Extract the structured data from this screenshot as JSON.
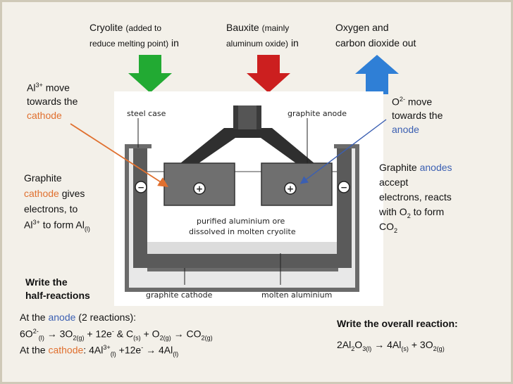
{
  "top": {
    "cryolite_name": "Cryolite",
    "cryolite_note1": "(added to",
    "cryolite_note2": "reduce melting point)",
    "cryolite_in": "in",
    "bauxite_name": "Bauxite",
    "bauxite_note1": "(mainly",
    "bauxite_note2": "aluminum oxide)",
    "bauxite_in": "in",
    "gas_line1": "Oxygen and",
    "gas_line2": "carbon dioxide out"
  },
  "arrows": {
    "cryolite_color": "#22aa33",
    "bauxite_color": "#cc1f1f",
    "gas_color": "#2f7fd6",
    "cathode_pointer_color": "#e0702f",
    "anode_pointer_color": "#3b5fb2"
  },
  "diagram_labels": {
    "steel_case": "steel case",
    "graphite_anode": "graphite anode",
    "purified_line1": "purified aluminium ore",
    "purified_line2": "dissolved in molten cryolite",
    "graphite_cathode": "graphite cathode",
    "molten_aluminium": "molten aluminium",
    "plus": "+",
    "minus": "−"
  },
  "left_notes": {
    "al_move_ion": "Al",
    "al_move_charge": "3+",
    "al_move_rest": " move",
    "al_move_line2": "towards the",
    "al_move_line3": "cathode",
    "cathode_line1": "Graphite",
    "cathode_line2_hl": "cathode",
    "cathode_line2_rest": " gives",
    "cathode_line3": "electrons, to",
    "cathode_line4_ion": "Al",
    "cathode_line4_charge": "3+",
    "cathode_line4_mid": " to form Al",
    "cathode_line4_state": "(l)"
  },
  "right_notes": {
    "o_move_ion": "O",
    "o_move_charge": "2-",
    "o_move_rest": " move",
    "o_move_line2": "towards the",
    "o_move_line3": "anode",
    "anode_line1_a": "Graphite ",
    "anode_line1_hl": "anodes",
    "anode_line2": "accept",
    "anode_line3": "electrons, reacts",
    "anode_line4_a": "with O",
    "anode_line4_sub": "2",
    "anode_line4_b": " to form",
    "anode_line5_a": "CO",
    "anode_line5_sub": "2"
  },
  "half": {
    "heading1": "Write the",
    "heading2": "half-reactions",
    "anode_intro_a": "At the ",
    "anode_intro_hl": "anode",
    "anode_intro_b": " (2 reactions):",
    "eq1_a": "6O",
    "eq1_sup": "2-",
    "eq1_sub": "(l)",
    "eq1_b": " → 3O",
    "eq1_sub2": "2(g)",
    "eq1_c": " + 12e",
    "eq1_sup2": "-",
    "eq1_d": "  & C",
    "eq1_sub3": "(s)",
    "eq1_e": " + O",
    "eq1_sub4": "2(g)",
    "eq1_f": " → CO",
    "eq1_sub5": "2(g)",
    "cathode_intro_a": "At the ",
    "cathode_intro_hl": "cathode",
    "cathode_eq_a": ": 4Al",
    "cathode_eq_sup": "3+",
    "cathode_eq_sub": "(l)",
    "cathode_eq_b": " +12e",
    "cathode_eq_sup2": "-",
    "cathode_eq_c": " → 4Al",
    "cathode_eq_sub2": "(l)"
  },
  "overall": {
    "heading": "Write the overall reaction:",
    "eq_a": "2Al",
    "eq_sub1": "2",
    "eq_b": "O",
    "eq_sub2": "3(l)",
    "eq_c": " → 4Al",
    "eq_sub3": "(s)",
    "eq_d": " + 3O",
    "eq_sub4": "2(g)"
  }
}
